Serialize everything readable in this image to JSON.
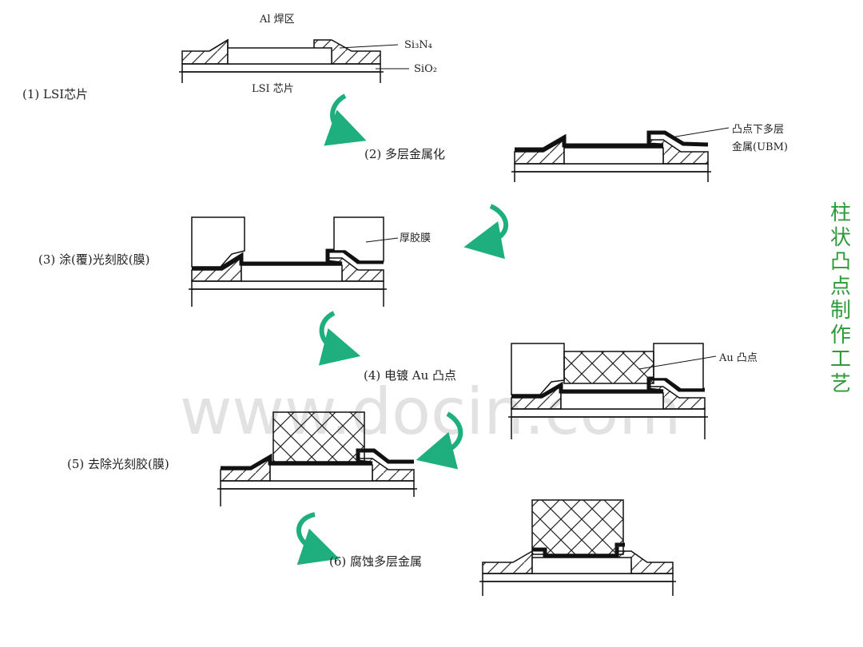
{
  "title": "柱状凸点制作工艺",
  "watermark": "www.docin.com",
  "steps": {
    "s1": {
      "label": "(1) LSI芯片",
      "annot_top": "Al 焊区",
      "annot_si3n4": "Si₃N₄",
      "annot_sio2": "SiO₂",
      "annot_chip": "LSI 芯片"
    },
    "s2": {
      "label": "(2) 多层金属化",
      "annot_ubm_1": "凸点下多层",
      "annot_ubm_2": "金属(UBM)"
    },
    "s3": {
      "label": "(3) 涂(覆)光刻胶(膜)",
      "annot_resist": "厚胶膜"
    },
    "s4": {
      "label": "(4) 电镀 Au 凸点",
      "annot_bump": "Au 凸点"
    },
    "s5": {
      "label": "(5) 去除光刻胶(膜)"
    },
    "s6": {
      "label": "(6) 腐蚀多层金属"
    }
  },
  "colors": {
    "arrow": "#1fae7e",
    "title": "#2e9a3a",
    "line": "#111111"
  }
}
